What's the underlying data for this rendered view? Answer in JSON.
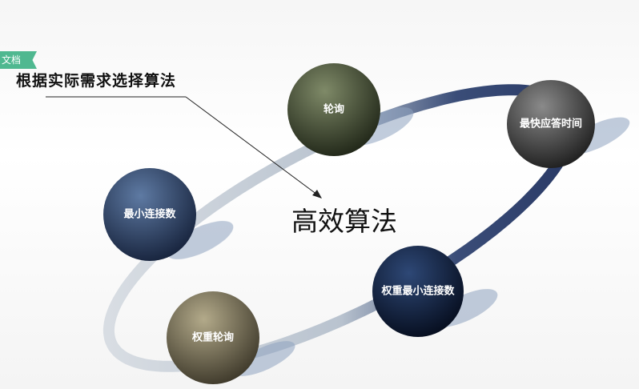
{
  "tag": "文档",
  "subtitle": "根据实际需求选择算法",
  "title": "高效算法",
  "nodes": [
    {
      "label": "轮询",
      "color": "#404a33"
    },
    {
      "label": "最快应答时间",
      "color": "#4a4a4a"
    },
    {
      "label": "最小连接数",
      "color": "#2e4160"
    },
    {
      "label": "权重最小连接数",
      "color": "#0f1f3c"
    },
    {
      "label": "权重轮询",
      "color": "#6b6450"
    }
  ]
}
